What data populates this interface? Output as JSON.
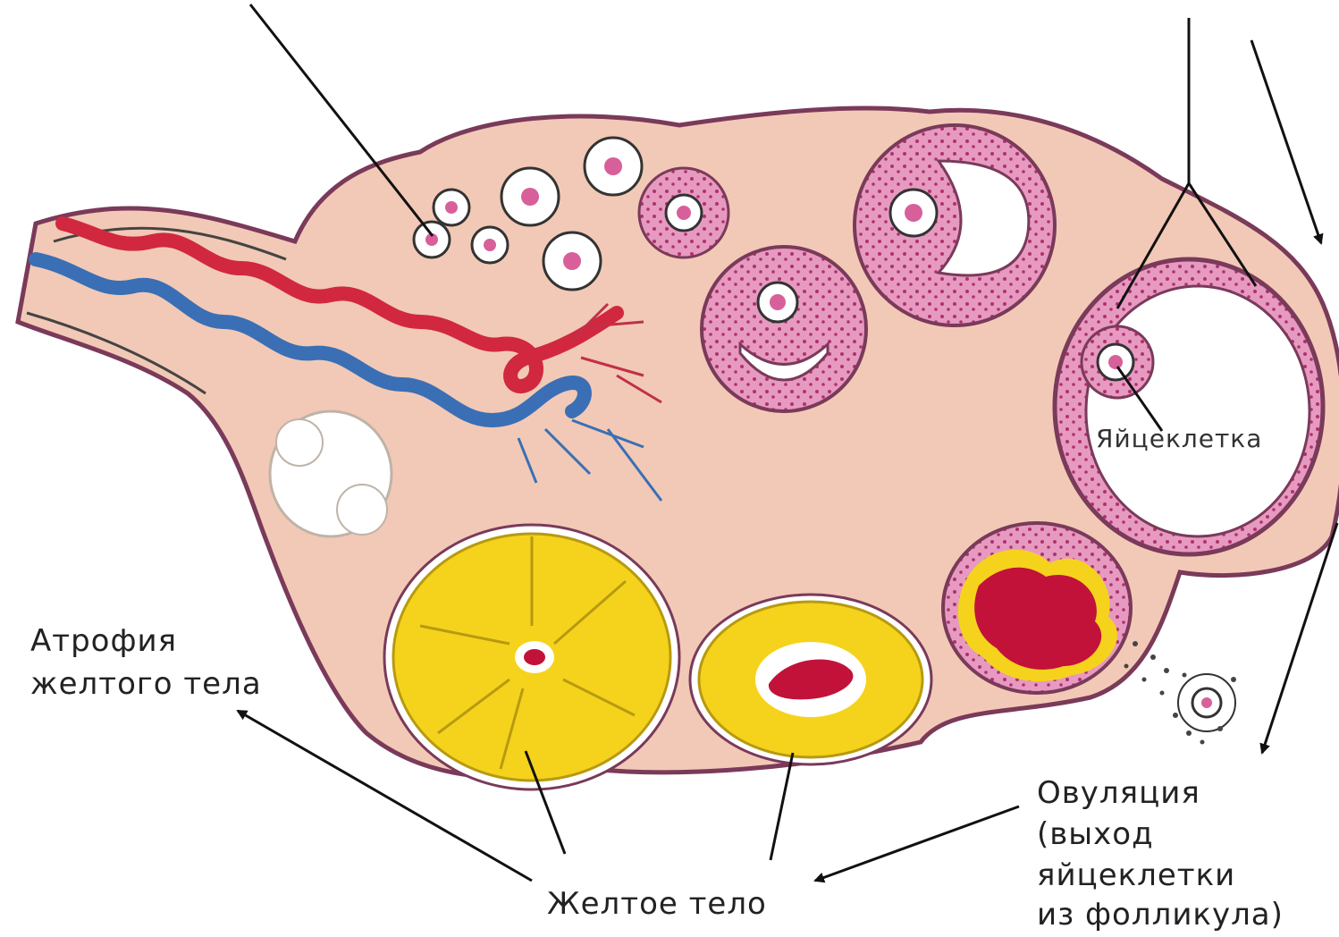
{
  "labels": {
    "oocyte": "Яйцеклетка",
    "atrophy_line1": "Атрофия",
    "atrophy_line2": "желтого тела",
    "corpus_luteum": "Желтое тело",
    "ovulation_line1": "Овуляция",
    "ovulation_line2": "(выход",
    "ovulation_line3": "яйцеклетки",
    "ovulation_line4": "из фолликула)"
  },
  "colors": {
    "stroma": "#f2c9b6",
    "follicle_wall": "#d7609a",
    "artery": "#d1283f",
    "vein": "#3a6fb5",
    "corpus_luteum": "#f5d31c",
    "blood": "#c2123a"
  }
}
